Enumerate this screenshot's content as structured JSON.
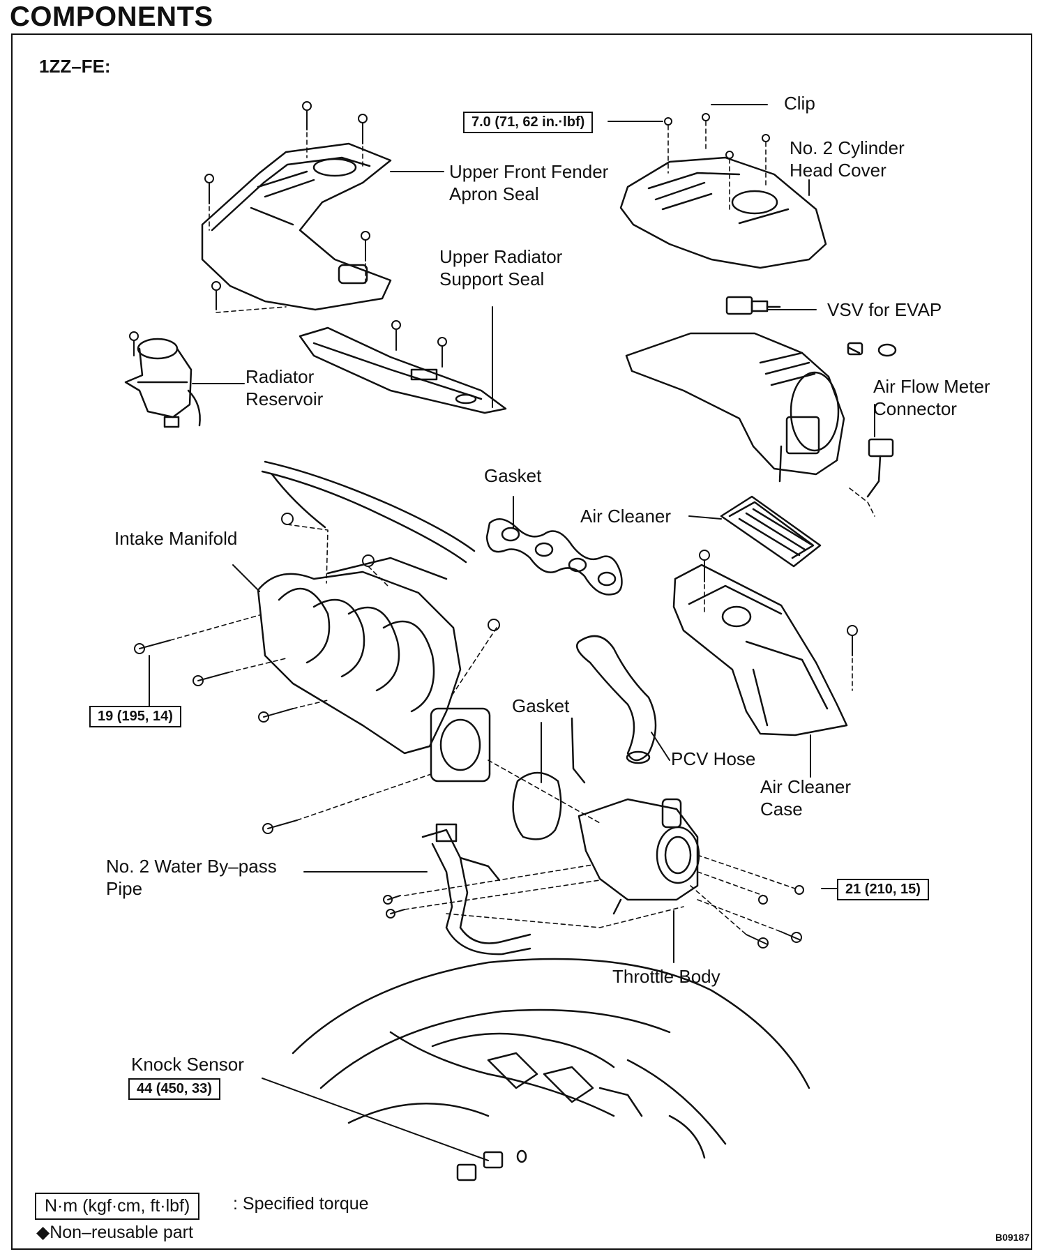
{
  "title": "COMPONENTS",
  "engine": "1ZZ–FE:",
  "labels": {
    "upper_front_fender": [
      "Upper Front Fender",
      "Apron Seal"
    ],
    "upper_radiator": [
      "Upper Radiator",
      "Support Seal"
    ],
    "radiator_reservoir": [
      "Radiator",
      "Reservoir"
    ],
    "clip": "Clip",
    "cylinder_head_cover": [
      "No. 2 Cylinder",
      "Head Cover"
    ],
    "vsv": "VSV for EVAP",
    "air_flow_meter": [
      "Air Flow Meter",
      "Connector"
    ],
    "gasket_1": "Gasket",
    "air_cleaner": "Air Cleaner",
    "intake_manifold": "Intake Manifold",
    "gasket_2": "Gasket",
    "pcv_hose": "PCV Hose",
    "air_cleaner_case": [
      "Air Cleaner",
      "Case"
    ],
    "water_bypass": [
      "No. 2 Water By–pass",
      "Pipe"
    ],
    "throttle_body": "Throttle Body",
    "knock_sensor": "Knock Sensor"
  },
  "torques": {
    "head_cover": "7.0 (71, 62 in.·lbf)",
    "manifold": "19 (195, 14)",
    "throttle": "21 (210, 15)",
    "knock": "44 (450, 33)"
  },
  "legend": {
    "unit_box": "N·m (kgf·cm, ft·lbf)",
    "unit_text": ": Specified torque",
    "non_reusable": "◆Non–reusable part"
  },
  "figure_code": "B09187"
}
